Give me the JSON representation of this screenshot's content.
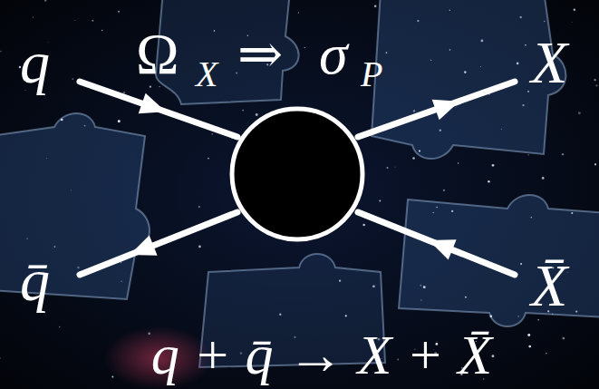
{
  "diagram": {
    "labels": [
      "Ω",
      "X",
      "⇒",
      "σ",
      "P",
      "q",
      "X",
      "q̄",
      "X̄",
      "q + q̄ → X + X̄"
    ]
  }
}
